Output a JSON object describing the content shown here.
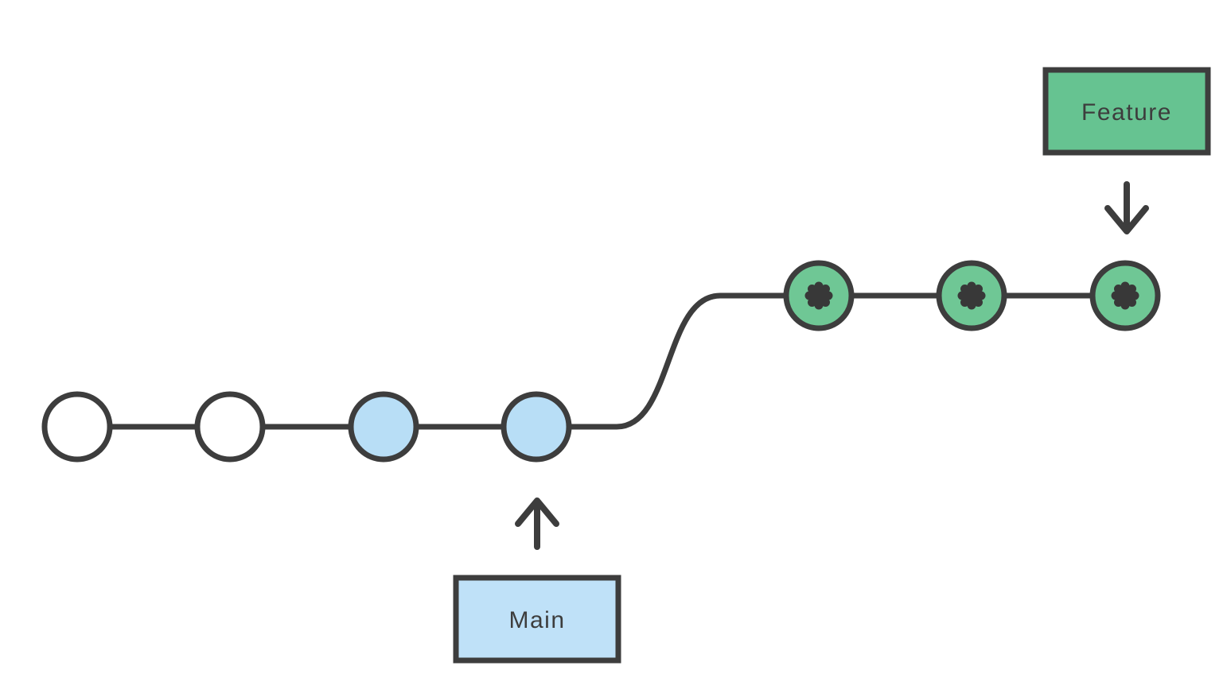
{
  "diagram": {
    "type": "git-branch-diagram",
    "background": "#ffffff"
  },
  "colors": {
    "outline": "#3d3d3d",
    "label_text": "#3d3d3d",
    "commit_icon": "#383838",
    "main_box_fill": "#bfe1f8",
    "main_commit_fill": "#b8def6",
    "feature_box_fill": "#66c391",
    "feature_commit_fill": "#6fc795",
    "commit_empty_fill": "#ffffff"
  },
  "icons": {
    "feature_commit": "asterisk-icon",
    "main_pointer": "arrow-up-icon",
    "feature_pointer": "arrow-down-icon"
  },
  "branches": {
    "main": {
      "label": "Main",
      "commits": [
        {
          "index": 1,
          "style": "empty"
        },
        {
          "index": 2,
          "style": "empty"
        },
        {
          "index": 3,
          "style": "highlighted"
        },
        {
          "index": 4,
          "style": "highlighted"
        }
      ]
    },
    "feature": {
      "label": "Feature",
      "commits": [
        {
          "index": 1,
          "style": "asterisk"
        },
        {
          "index": 2,
          "style": "asterisk"
        },
        {
          "index": 3,
          "style": "asterisk"
        }
      ]
    }
  }
}
